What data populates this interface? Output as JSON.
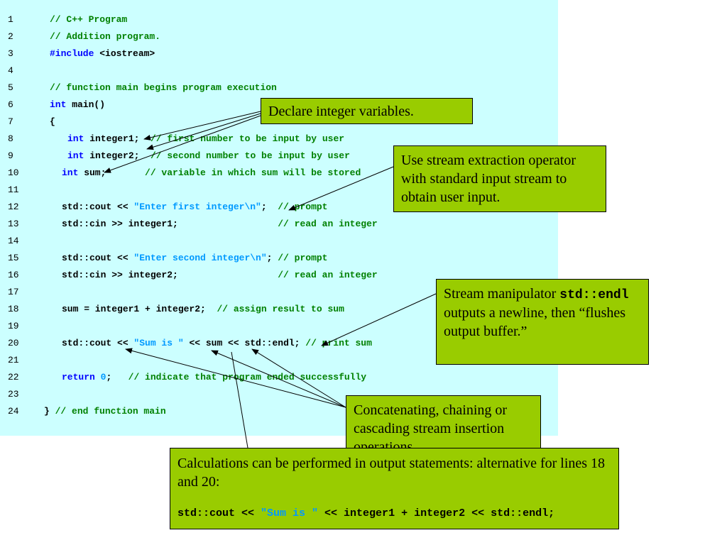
{
  "code_lines": [
    {
      "n": "1",
      "indent": 70,
      "parts": [
        {
          "t": "// C++ Program",
          "c": "c"
        }
      ]
    },
    {
      "n": "2",
      "indent": 70,
      "parts": [
        {
          "t": "// Addition program.",
          "c": "c"
        }
      ]
    },
    {
      "n": "3",
      "indent": 70,
      "parts": [
        {
          "t": "#include",
          "c": "k"
        },
        {
          "t": " <iostream>",
          "c": ""
        }
      ]
    },
    {
      "n": "4",
      "indent": 70,
      "parts": []
    },
    {
      "n": "5",
      "indent": 70,
      "parts": [
        {
          "t": "// function main begins program execution",
          "c": "c"
        }
      ]
    },
    {
      "n": "6",
      "indent": 70,
      "parts": [
        {
          "t": "int",
          "c": "k"
        },
        {
          "t": " main()",
          "c": ""
        }
      ]
    },
    {
      "n": "7",
      "indent": 70,
      "parts": [
        {
          "t": "{",
          "c": ""
        }
      ]
    },
    {
      "n": "8",
      "indent": 95,
      "parts": [
        {
          "t": "int",
          "c": "k"
        },
        {
          "t": " integer1;  ",
          "c": ""
        },
        {
          "t": "// first number to be input by user",
          "c": "c"
        }
      ]
    },
    {
      "n": "9",
      "indent": 95,
      "parts": [
        {
          "t": "int",
          "c": "k"
        },
        {
          "t": " integer2;  ",
          "c": ""
        },
        {
          "t": "// second number to be input by user",
          "c": "c"
        }
      ]
    },
    {
      "n": "10",
      "indent": 87,
      "parts": [
        {
          "t": "int",
          "c": "k"
        },
        {
          "t": " sum;       ",
          "c": ""
        },
        {
          "t": "// variable in which sum will be stored",
          "c": "c"
        }
      ]
    },
    {
      "n": "11",
      "indent": 87,
      "parts": []
    },
    {
      "n": "12",
      "indent": 87,
      "parts": [
        {
          "t": "std::cout << ",
          "c": ""
        },
        {
          "t": "\"Enter first integer\\n\"",
          "c": "s"
        },
        {
          "t": ";  ",
          "c": ""
        },
        {
          "t": "// prompt",
          "c": "c"
        }
      ]
    },
    {
      "n": "13",
      "indent": 87,
      "parts": [
        {
          "t": "std::cin >> integer1;                  ",
          "c": ""
        },
        {
          "t": "// read an integer",
          "c": "c"
        }
      ]
    },
    {
      "n": "14",
      "indent": 87,
      "parts": []
    },
    {
      "n": "15",
      "indent": 87,
      "parts": [
        {
          "t": "std::cout << ",
          "c": ""
        },
        {
          "t": "\"Enter second integer\\n\"",
          "c": "s"
        },
        {
          "t": "; ",
          "c": ""
        },
        {
          "t": "// prompt",
          "c": "c"
        }
      ]
    },
    {
      "n": "16",
      "indent": 87,
      "parts": [
        {
          "t": "std::cin >> integer2;                  ",
          "c": ""
        },
        {
          "t": "// read an integer",
          "c": "c"
        }
      ]
    },
    {
      "n": "17",
      "indent": 87,
      "parts": []
    },
    {
      "n": "18",
      "indent": 87,
      "parts": [
        {
          "t": "sum = integer1 + integer2;  ",
          "c": ""
        },
        {
          "t": "// assign result to sum",
          "c": "c"
        }
      ]
    },
    {
      "n": "19",
      "indent": 87,
      "parts": []
    },
    {
      "n": "20",
      "indent": 87,
      "parts": [
        {
          "t": "std::cout << ",
          "c": ""
        },
        {
          "t": "\"Sum is \"",
          "c": "s"
        },
        {
          "t": " << sum << std::endl; ",
          "c": ""
        },
        {
          "t": "// print sum",
          "c": "c"
        }
      ]
    },
    {
      "n": "21",
      "indent": 87,
      "parts": []
    },
    {
      "n": "22",
      "indent": 87,
      "parts": [
        {
          "t": "return",
          "c": "k"
        },
        {
          "t": " ",
          "c": ""
        },
        {
          "t": "0",
          "c": "s"
        },
        {
          "t": ";   ",
          "c": ""
        },
        {
          "t": "// indicate that program ended successfully",
          "c": "c"
        }
      ]
    },
    {
      "n": "23",
      "indent": 87,
      "parts": []
    },
    {
      "n": "24",
      "indent": 62,
      "parts": [
        {
          "t": "} ",
          "c": ""
        },
        {
          "t": "// end function main",
          "c": "c"
        }
      ]
    }
  ],
  "callouts": {
    "declare": {
      "text": "Declare integer variables."
    },
    "extraction": {
      "text": "Use stream extraction operator with standard input stream to obtain user input."
    },
    "endl": {
      "before": "Stream manipulator ",
      "code": "std::endl",
      "after": "  outputs a newline, then “flushes output buffer.”"
    },
    "concat": {
      "text": "Concatenating, chaining or cascading stream insertion operations."
    },
    "calc": {
      "text": "Calculations can be performed in output statements: alternative for lines 18 and 20:",
      "code_parts": [
        {
          "t": "std::cout << ",
          "c": ""
        },
        {
          "t": "\"Sum is \"",
          "c": "s"
        },
        {
          "t": " << integer1 + integer2 << std::endl;",
          "c": ""
        }
      ]
    }
  },
  "colors": {
    "code_background": "#ccffff",
    "callout_background": "#99cc00",
    "comment": "#008000",
    "keyword": "#0000ff",
    "string_literal": "#0099ff"
  }
}
